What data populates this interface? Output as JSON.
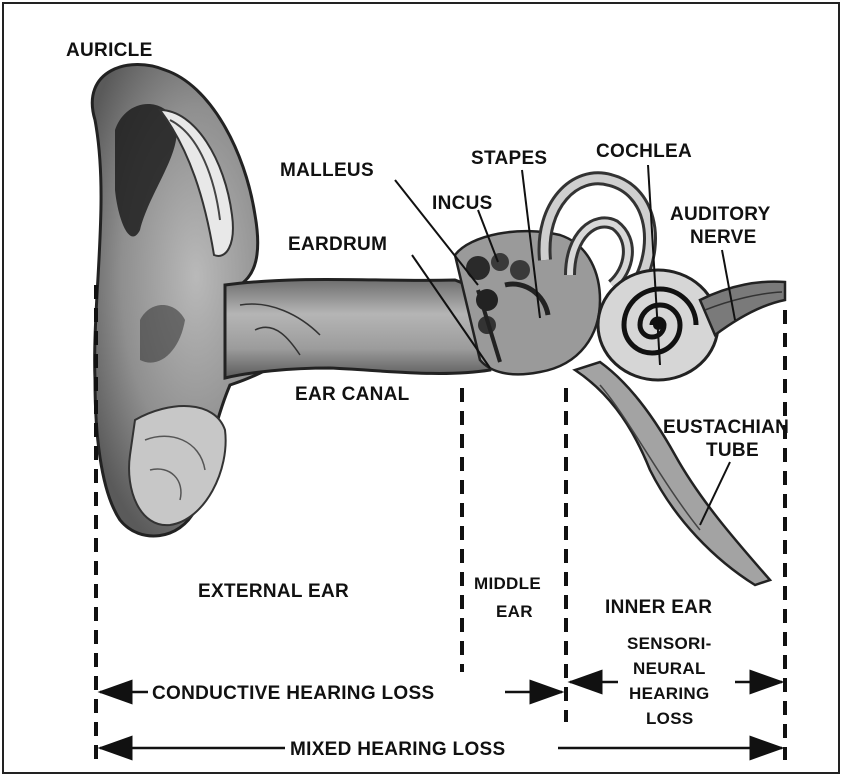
{
  "labels": {
    "auricle": "AURICLE",
    "malleus": "MALLEUS",
    "stapes": "STAPES",
    "cochlea": "COCHLEA",
    "incus": "INCUS",
    "auditory_nerve_1": "AUDITORY",
    "auditory_nerve_2": "NERVE",
    "eardrum": "EARDRUM",
    "ear_canal": "EAR CANAL",
    "eustachian_1": "EUSTACHIAN",
    "eustachian_2": "TUBE",
    "external_ear": "EXTERNAL EAR",
    "middle_ear_1": "MIDDLE",
    "middle_ear_2": "EAR",
    "inner_ear": "INNER EAR",
    "sensorineural_1": "SENSORI-",
    "sensorineural_2": "NEURAL",
    "sensorineural_3": "HEARING",
    "sensorineural_4": "LOSS",
    "conductive": "CONDUCTIVE HEARING LOSS",
    "mixed": "MIXED HEARING LOSS"
  }
}
